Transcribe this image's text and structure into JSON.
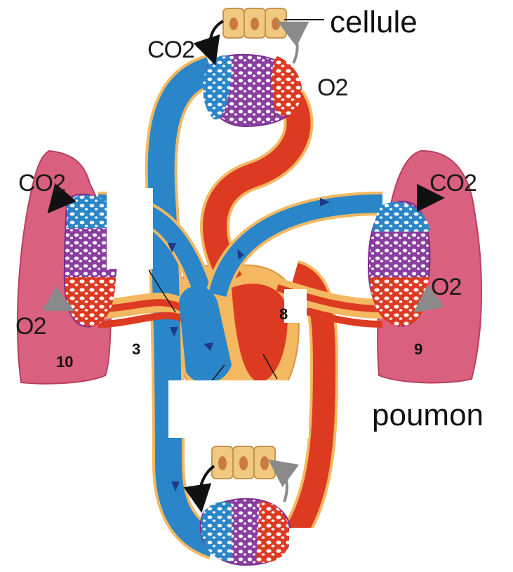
{
  "labels": {
    "cellule": "cellule",
    "poumon": "poumon",
    "co2_top": "CO2",
    "o2_top": "O2",
    "co2_left": "CO2",
    "o2_left": "O2",
    "co2_right": "CO2",
    "o2_right": "O2",
    "num_3": "3",
    "num_8": "8",
    "num_9": "9",
    "num_10": "10"
  },
  "colors": {
    "venous_blue": "#2a86c8",
    "arterial_red": "#dd3a22",
    "capillary_purple": "#8a3fa0",
    "lung_pink": "#d9607e",
    "heart_tan": "#f3b860",
    "cell_tan": "#f0c880"
  }
}
